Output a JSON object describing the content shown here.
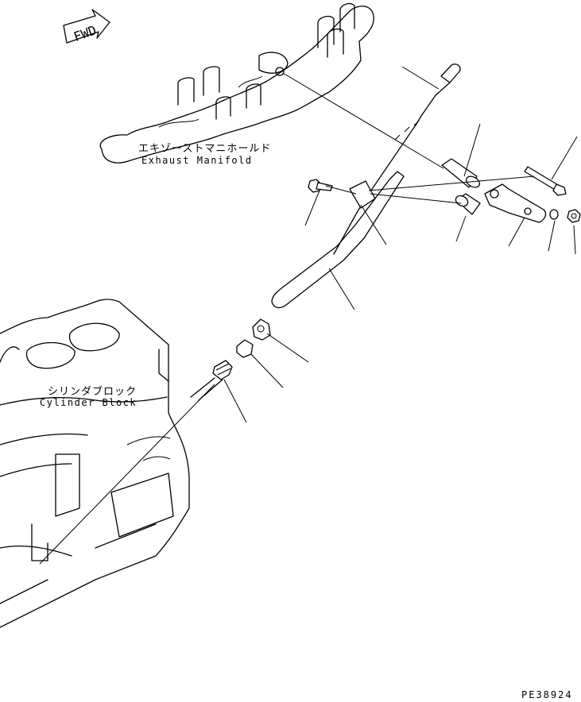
{
  "fwd_label": "FWD",
  "exhaust_manifold": {
    "label_jp": "エキゾーストマニホールド",
    "label_en": "Exhaust Manifold"
  },
  "cylinder_block": {
    "label_jp": "シリンダブロック",
    "label_en": "Cylinder Block"
  },
  "drawing_number": "PE38924"
}
